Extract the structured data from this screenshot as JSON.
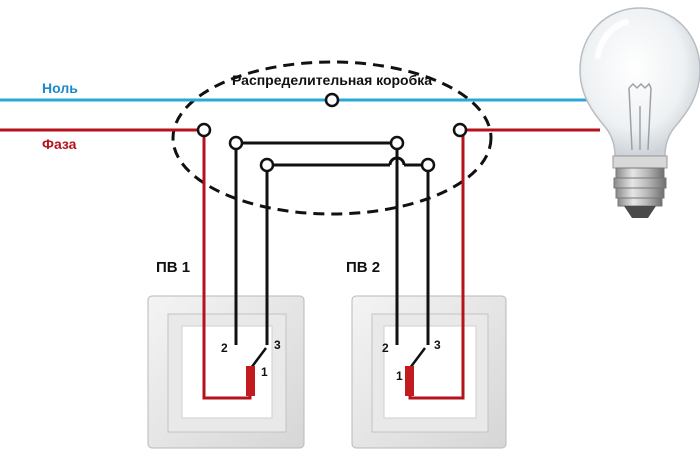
{
  "labels": {
    "neutral": "Ноль",
    "phase": "Фаза",
    "junction_box": "Распределительная коробка",
    "switch1": "ПВ 1",
    "switch2": "ПВ 2"
  },
  "terminals": {
    "s1_t1": "1",
    "s1_t2": "2",
    "s1_t3": "3",
    "s2_t1": "1",
    "s2_t2": "2",
    "s2_t3": "3"
  },
  "colors": {
    "neutral_wire": "#29a7d6",
    "phase_wire": "#b5121b",
    "traveler_wire": "#111111",
    "neutral_label": "#1e88c8",
    "phase_label": "#b5121b"
  },
  "icons": {
    "lamp": "light-bulb-icon",
    "switch": "switch-plate-icon"
  }
}
